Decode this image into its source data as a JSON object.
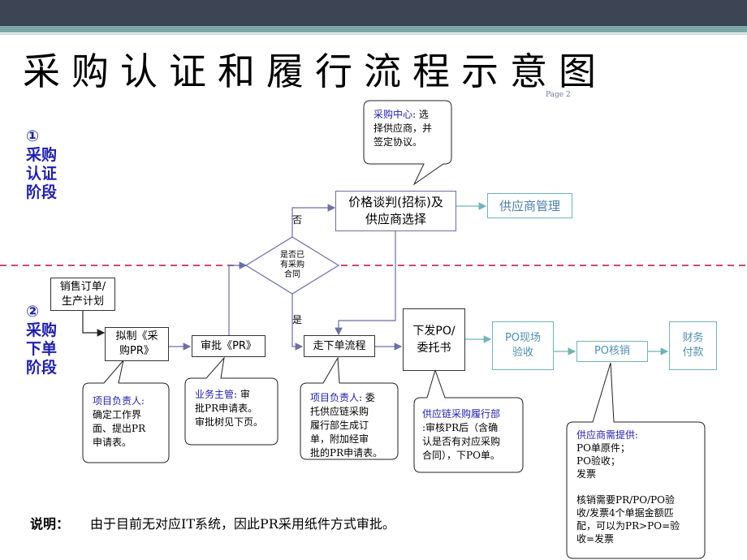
{
  "title": "采购认证和履行流程示意图",
  "page_label": "Page 2",
  "stages": {
    "s1": {
      "num": "①",
      "lines": [
        "采购",
        "认证",
        "阶段"
      ]
    },
    "s2": {
      "num": "②",
      "lines": [
        "采购",
        "下单",
        "阶段"
      ]
    }
  },
  "nodes": {
    "price": [
      "价格谈判(招标)及",
      "供应商选择"
    ],
    "supplier_mgmt": "供应商管理",
    "sales_order": [
      "销售订单/",
      "生产计划"
    ],
    "draft_pr": [
      "拟制《采",
      "购PR》"
    ],
    "approve_pr": "审批《PR》",
    "order_flow": "走下单流程",
    "issue_po": [
      "下发PO/",
      "委托书"
    ],
    "po_accept": [
      "PO现场",
      "验收"
    ],
    "po_verify": "PO核销",
    "payment": [
      "财务",
      "付款"
    ],
    "decision": [
      "是否已",
      "有采购",
      "合同"
    ]
  },
  "labels": {
    "no": "否",
    "yes": "是"
  },
  "notes": {
    "purchase_center": {
      "hl": "采购中心",
      "lines": [
        ": 选",
        "择供应商，并",
        "签定协议。"
      ]
    },
    "pm1": {
      "hl": "项目负责人:",
      "lines": [
        "确定工作界",
        "面、提出PR",
        "申请表。"
      ]
    },
    "supervisor": {
      "hl": "业务主管",
      "lines": [
        ": 审",
        "批PR申请表。",
        "审批树见下页。"
      ]
    },
    "pm2": {
      "hl": "项目负责人",
      "lines": [
        ": 委",
        "托供应链采购",
        "履行部生成订",
        "单，附加经审",
        "批的PR申请表。"
      ]
    },
    "supply_chain": {
      "hl": "供应链采购履行部",
      "lines": [
        ":审核PR后（含确",
        "认是否有对应采购",
        "合同），下PO单。"
      ]
    },
    "supplier_provide": {
      "hl": "供应商需提供:",
      "lines": [
        "PO单原件；",
        "PO验收；",
        "发票",
        "",
        "核销需要PR/PO/PO验",
        "收/发票4个单据金额匹",
        "配，可以为PR>PO=验",
        "收=发票"
      ]
    }
  },
  "description": {
    "label": "说明：",
    "text": "由于目前无对应IT系统，因此PR采用纸件方式审批。"
  }
}
